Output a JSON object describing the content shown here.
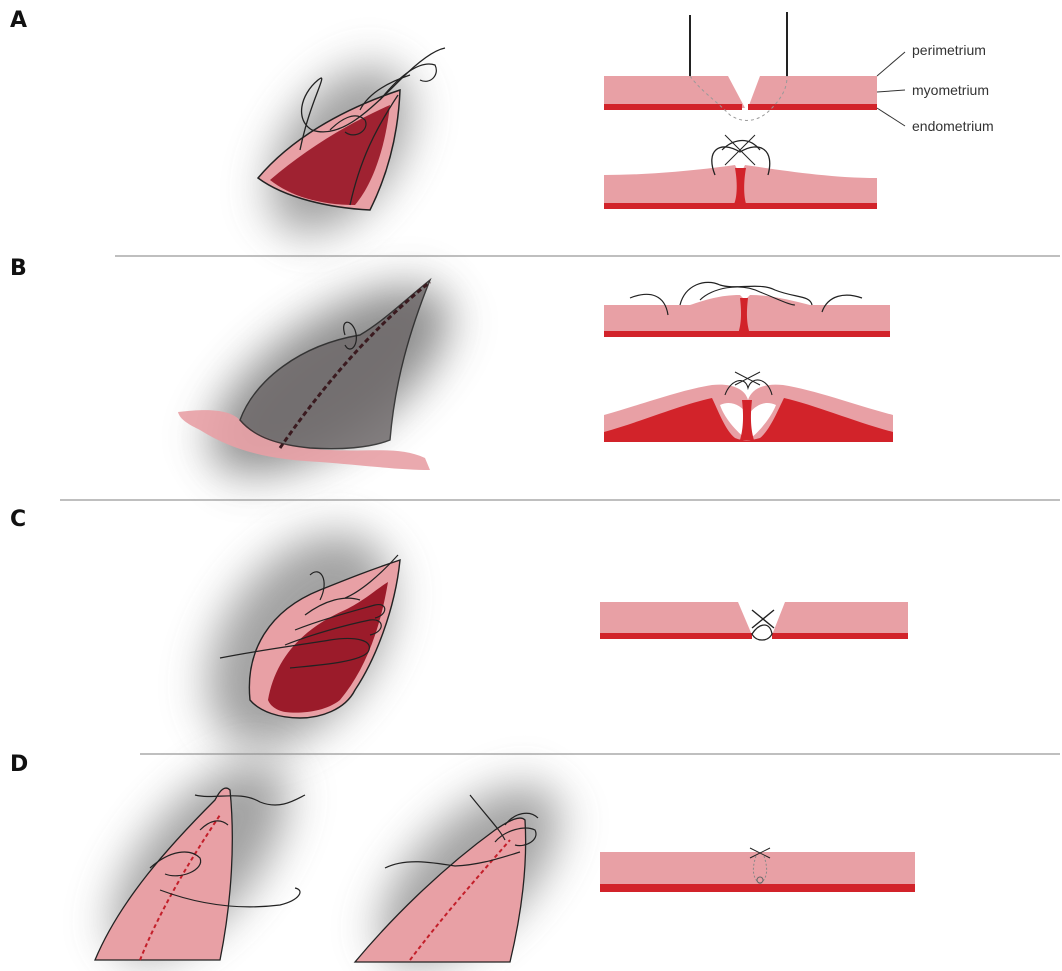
{
  "panels": [
    {
      "letter": "A"
    },
    {
      "letter": "B"
    },
    {
      "letter": "C"
    },
    {
      "letter": "D"
    }
  ],
  "layer_labels": {
    "perimetrium": "perimetrium",
    "myometrium": "myometrium",
    "endometrium": "endometrium"
  },
  "colors": {
    "myometrium": "#e8a0a5",
    "endometrium": "#d2232a",
    "cavity": "#9b1b2a",
    "suture": "#222222",
    "divider": "#999999",
    "shadow": "#8a8a8a"
  }
}
